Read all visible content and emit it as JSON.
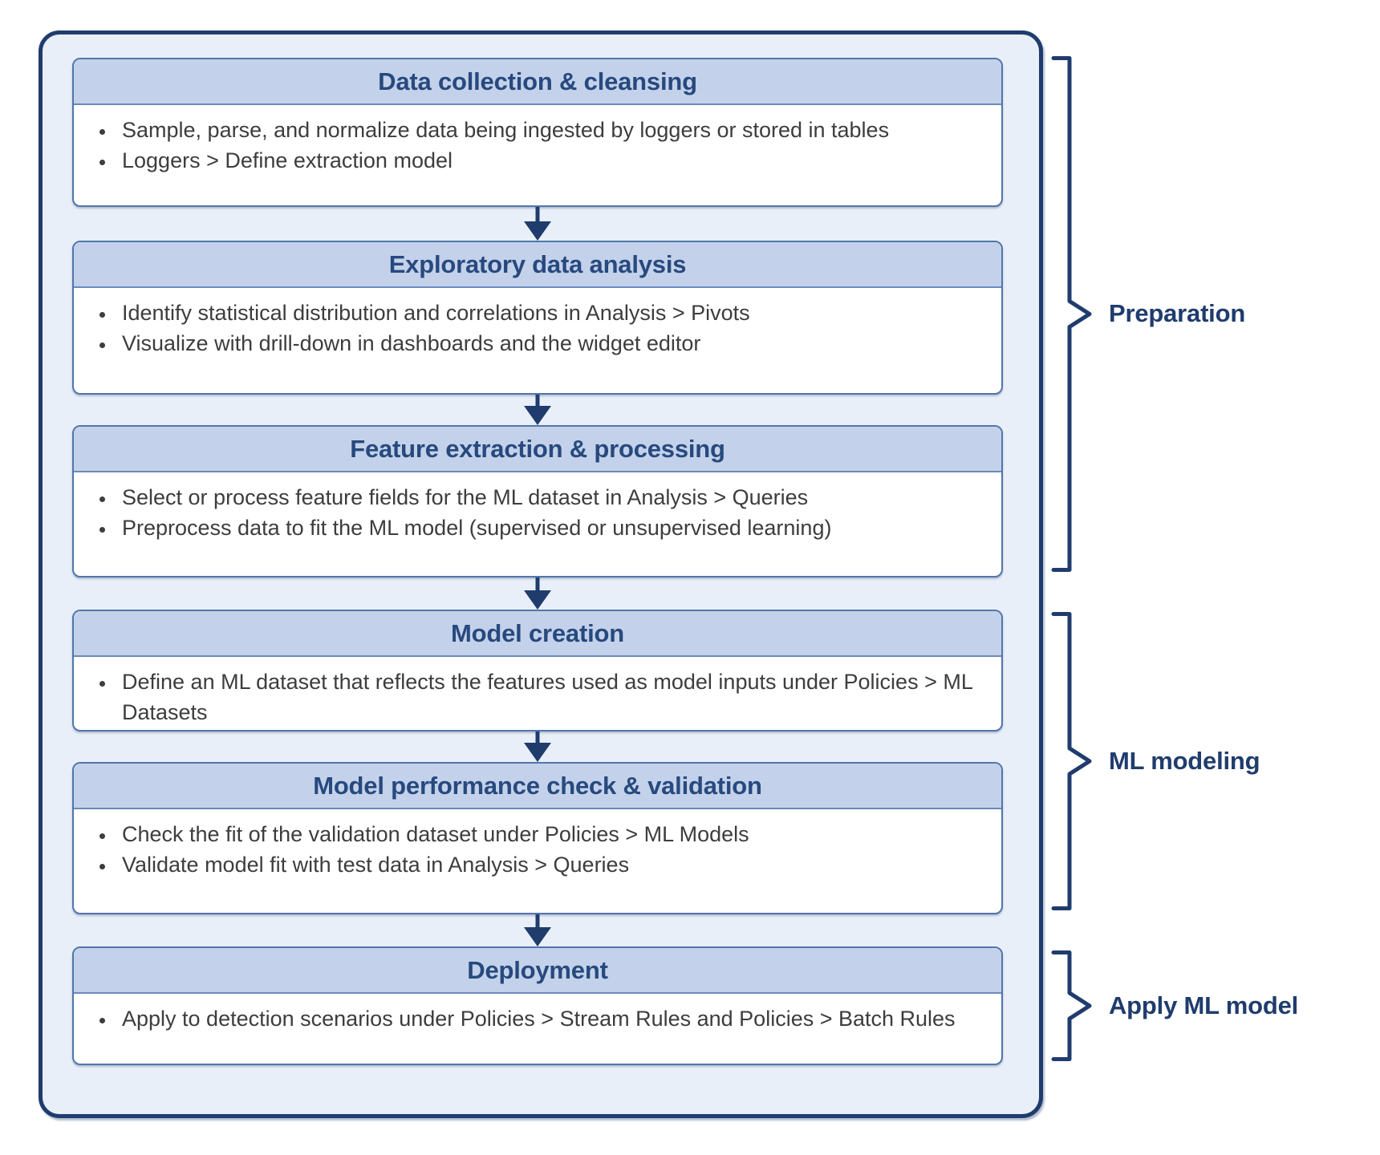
{
  "diagram": {
    "stages": [
      {
        "title": "Data collection & cleansing",
        "bullets": [
          "Sample, parse, and normalize data being ingested by loggers or stored in tables",
          "Loggers > Define extraction model"
        ]
      },
      {
        "title": "Exploratory data analysis",
        "bullets": [
          "Identify statistical distribution and correlations in Analysis > Pivots",
          "Visualize with drill-down in dashboards and the widget editor"
        ]
      },
      {
        "title": "Feature extraction & processing",
        "bullets": [
          "Select or process feature fields for the ML dataset in Analysis > Queries",
          "Preprocess data to fit the ML model (supervised or unsupervised learning)"
        ]
      },
      {
        "title": "Model creation",
        "bullets": [
          "Define an ML dataset that reflects the features used as model inputs under Policies > ML Datasets"
        ]
      },
      {
        "title": "Model performance check & validation",
        "bullets": [
          "Check the fit of the validation dataset under Policies > ML Models",
          "Validate model fit with test data in Analysis > Queries"
        ]
      },
      {
        "title": "Deployment",
        "bullets": [
          "Apply to detection scenarios under Policies > Stream Rules and Policies > Batch Rules"
        ]
      }
    ],
    "groups": [
      {
        "label": "Preparation"
      },
      {
        "label": "ML modeling"
      },
      {
        "label": "Apply ML model"
      }
    ],
    "colors": {
      "navy_accent": "#1f3c6d",
      "header_fill": "#c3d2ea",
      "container_fill": "#e9eff8",
      "box_border": "#5276ab",
      "body_text": "#3d3d3d"
    }
  }
}
